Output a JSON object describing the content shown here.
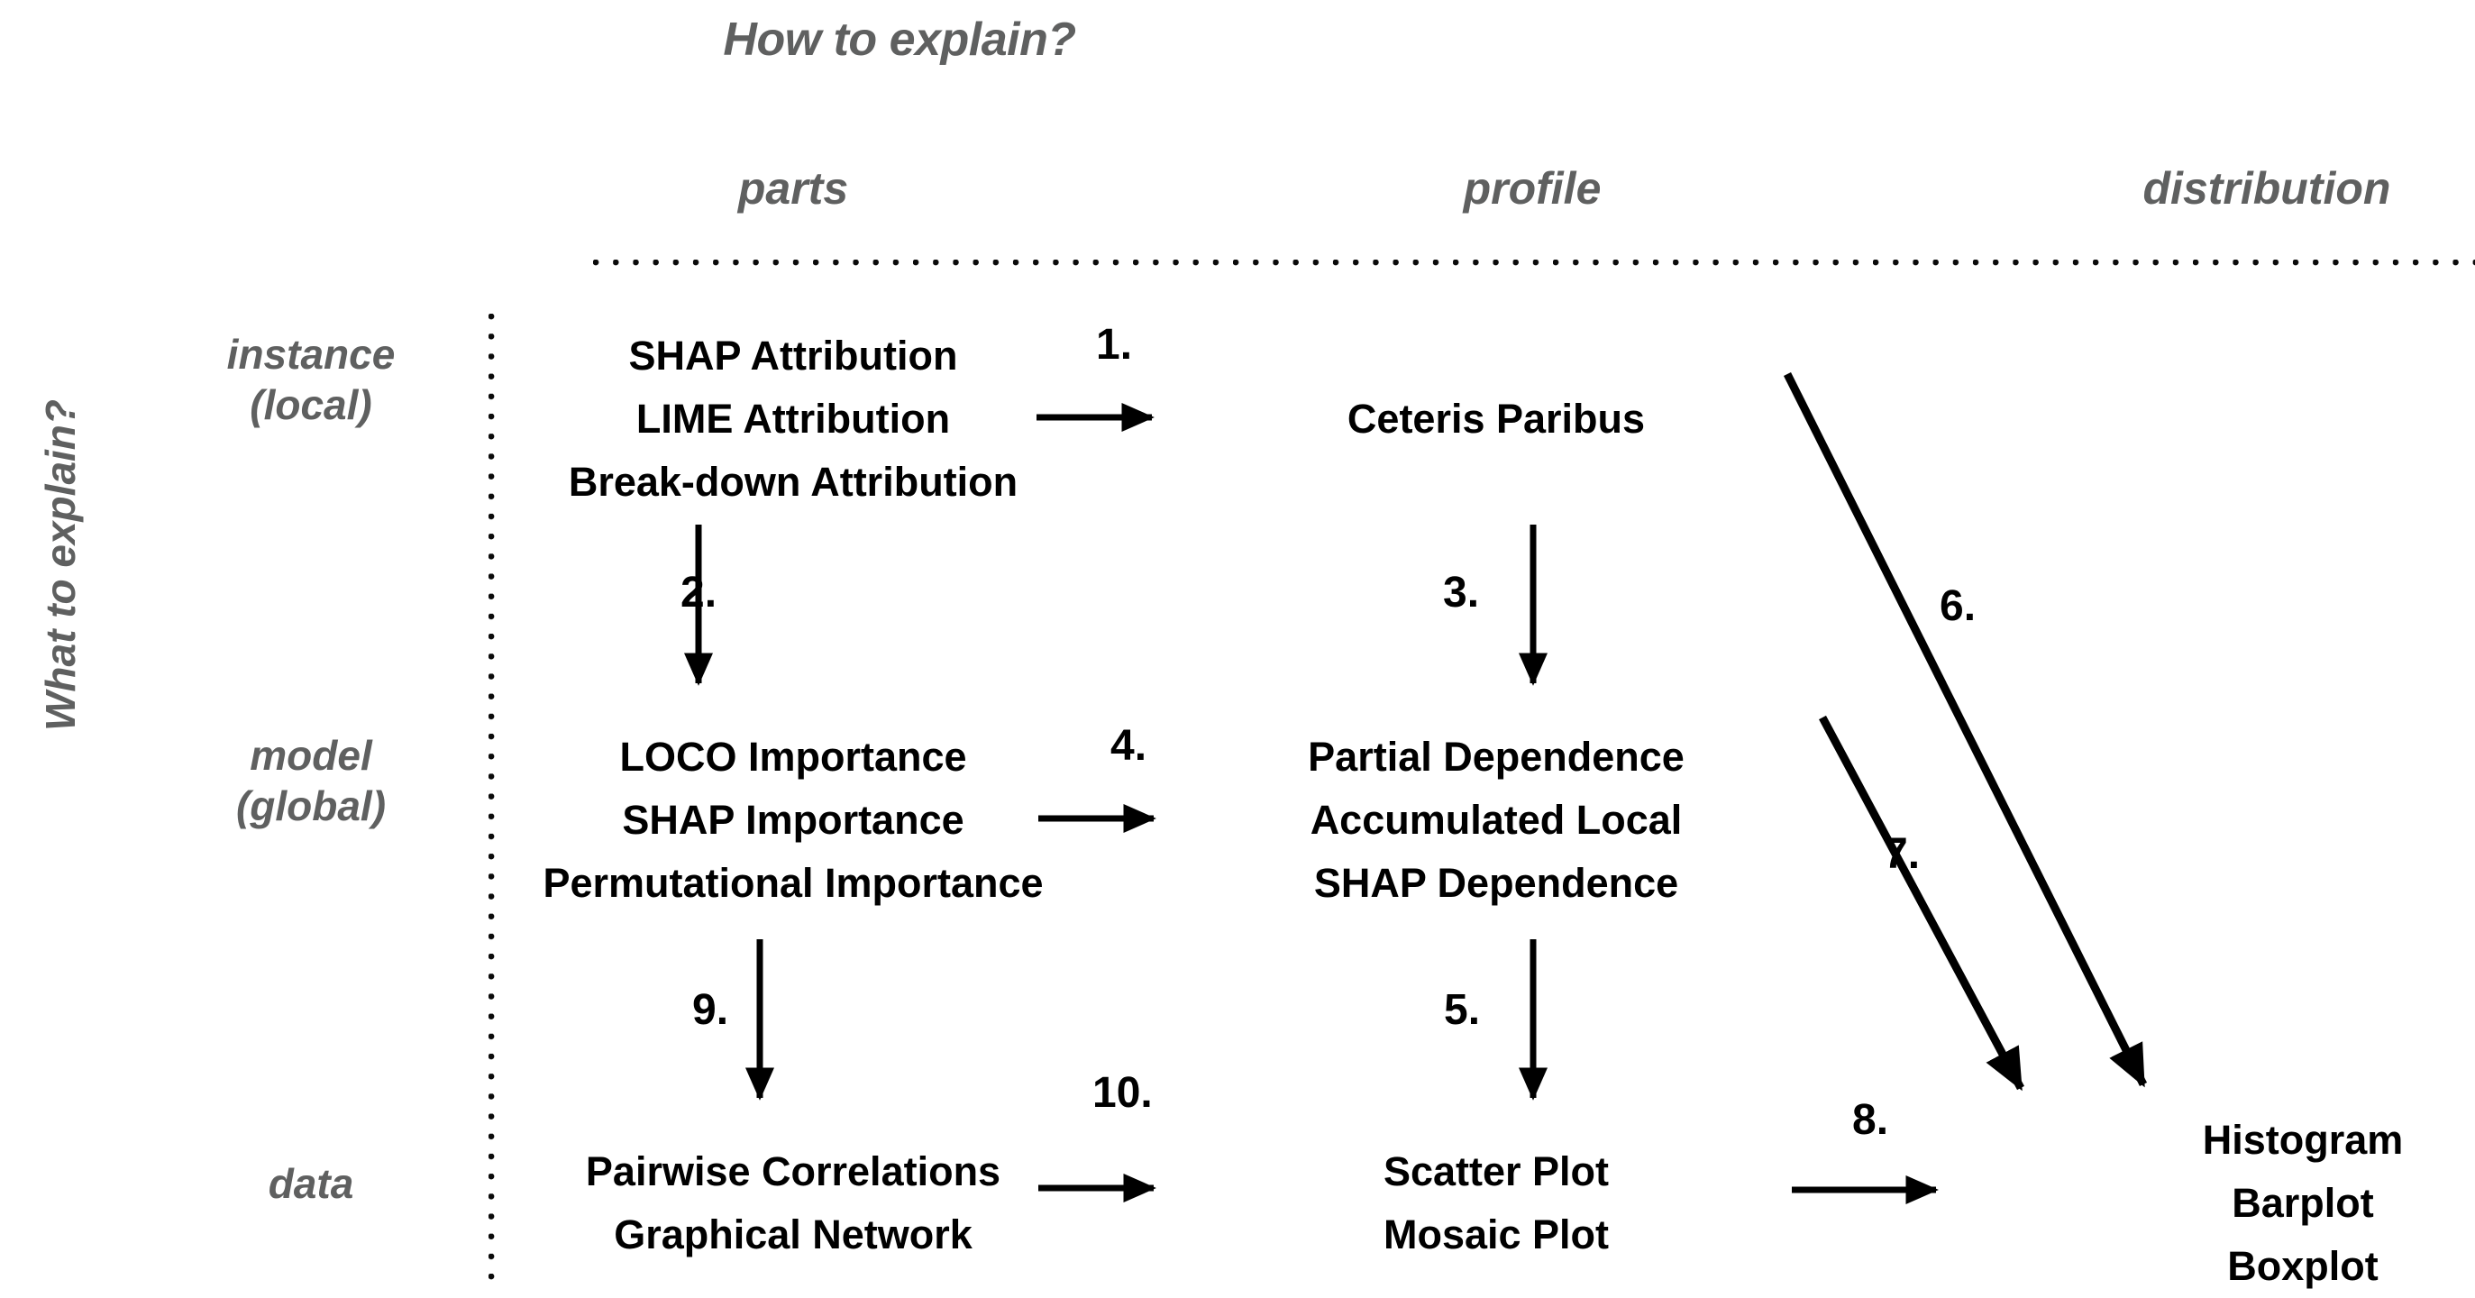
{
  "axes": {
    "horizontal_title": "How to explain?",
    "vertical_title": "What to explain?"
  },
  "columns": [
    {
      "key": "parts",
      "label": "parts"
    },
    {
      "key": "profile",
      "label": "profile"
    },
    {
      "key": "distribution",
      "label": "distribution"
    }
  ],
  "rows": [
    {
      "key": "instance",
      "line1": "instance",
      "line2": "(local)"
    },
    {
      "key": "model",
      "line1": "model",
      "line2": "(global)"
    },
    {
      "key": "data",
      "line1": "data",
      "line2": ""
    }
  ],
  "row_labels": {
    "instance": "instance\n(local)",
    "model": "model\n(global)",
    "data": "data"
  },
  "cells": {
    "parts_instance": "SHAP Attribution\nLIME Attribution\nBreak-down Attribution",
    "profile_instance": "Ceteris Paribus",
    "parts_model": "LOCO Importance\nSHAP Importance\nPermutational Importance",
    "profile_model": "Partial Dependence\nAccumulated Local\nSHAP Dependence",
    "parts_data": "Pairwise Correlations\nGraphical Network",
    "profile_data": "Scatter Plot\nMosaic Plot",
    "distribution_all": "Histogram\nBarplot\nBoxplot"
  },
  "cell_items": {
    "parts_instance": [
      "SHAP Attribution",
      "LIME Attribution",
      "Break-down Attribution"
    ],
    "profile_instance": [
      "Ceteris Paribus"
    ],
    "parts_model": [
      "LOCO Importance",
      "SHAP Importance",
      "Permutational Importance"
    ],
    "profile_model": [
      "Partial Dependence",
      "Accumulated Local",
      "SHAP Dependence"
    ],
    "parts_data": [
      "Pairwise Correlations",
      "Graphical Network"
    ],
    "profile_data": [
      "Scatter Plot",
      "Mosaic Plot"
    ],
    "distribution_all": [
      "Histogram",
      "Barplot",
      "Boxplot"
    ]
  },
  "arrows": [
    {
      "id": "1",
      "label": "1.",
      "from": "parts_instance",
      "to": "profile_instance",
      "direction": "right"
    },
    {
      "id": "2",
      "label": "2.",
      "from": "parts_instance",
      "to": "parts_model",
      "direction": "down"
    },
    {
      "id": "3",
      "label": "3.",
      "from": "profile_instance",
      "to": "profile_model",
      "direction": "down"
    },
    {
      "id": "4",
      "label": "4.",
      "from": "parts_model",
      "to": "profile_model",
      "direction": "right"
    },
    {
      "id": "5",
      "label": "5.",
      "from": "profile_model",
      "to": "profile_data",
      "direction": "down"
    },
    {
      "id": "6",
      "label": "6.",
      "from": "profile_instance",
      "to": "distribution_all",
      "direction": "diagonal"
    },
    {
      "id": "7",
      "label": "7.",
      "from": "profile_model",
      "to": "distribution_all",
      "direction": "diagonal"
    },
    {
      "id": "8",
      "label": "8.",
      "from": "profile_data",
      "to": "distribution_all",
      "direction": "right"
    },
    {
      "id": "9",
      "label": "9.",
      "from": "parts_model",
      "to": "parts_data",
      "direction": "down"
    },
    {
      "id": "10",
      "label": "10.",
      "from": "parts_data",
      "to": "profile_data",
      "direction": "right"
    }
  ],
  "colors": {
    "text": "#000000",
    "axis_label": "#5f6060",
    "arrow": "#000000",
    "background": "#ffffff"
  }
}
